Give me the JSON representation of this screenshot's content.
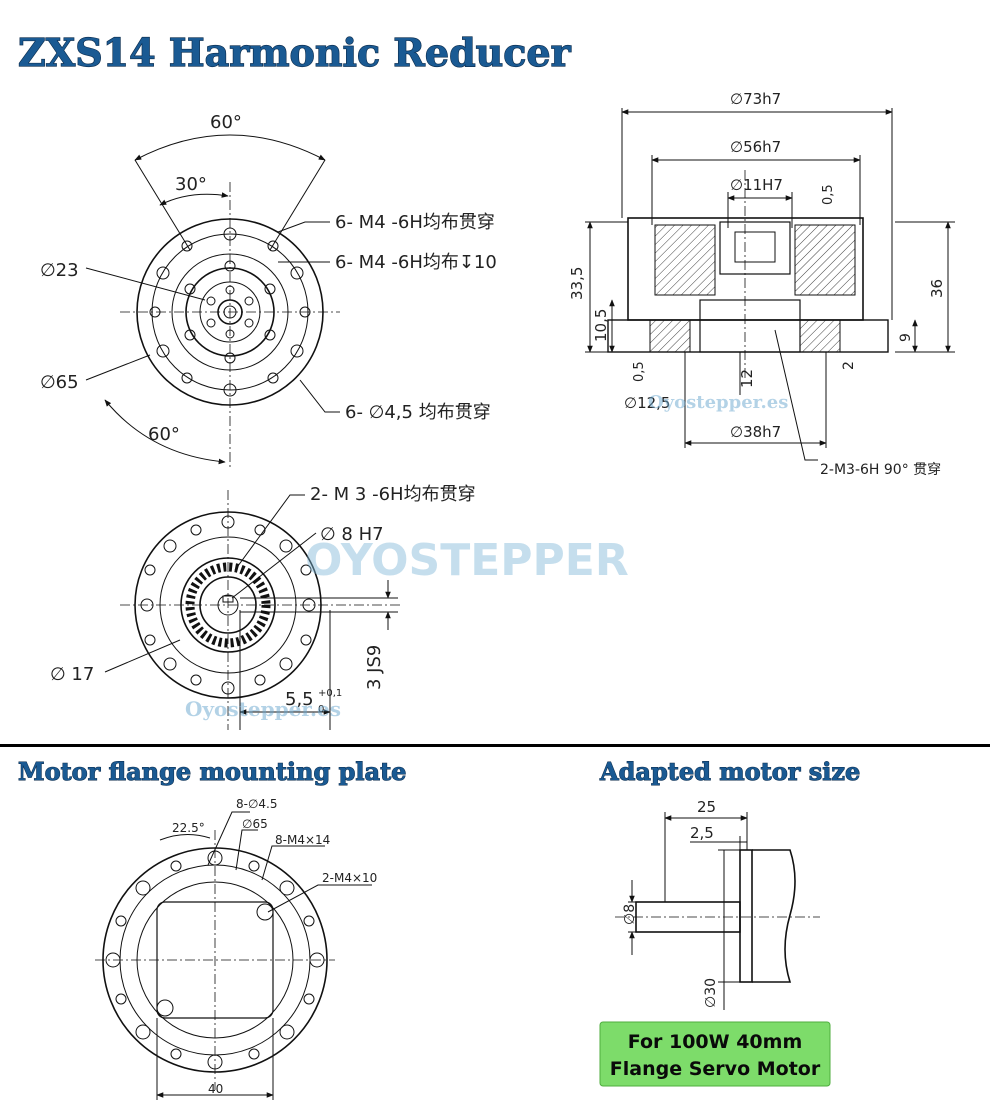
{
  "titles": {
    "main": "ZXS14 Harmonic Reducer",
    "flange": "Motor flange mounting plate",
    "motor": "Adapted motor size"
  },
  "front_view": {
    "angle_outer": "60°",
    "angle_inner": "30°",
    "angle_lower": "60°",
    "d23": "∅23",
    "d65": "∅65",
    "hole1": "6- M4 -6H均布贯穿",
    "hole2": "6- M4 -6H均布↧10",
    "hole3": "6- ∅4,5 均布贯穿"
  },
  "section_view": {
    "d73": "∅73h7",
    "d56": "∅56h7",
    "d11": "∅11H7",
    "t05_top": "0,5",
    "h335": "33,5",
    "h105": "10,5",
    "h36": "36",
    "h9": "9",
    "h2": "2",
    "t05_bot": "0,5",
    "h12": "12",
    "d125": "∅12,5",
    "d38": "∅38h7",
    "tap": "2-M3-6H 90° 贯穿"
  },
  "back_view": {
    "hole": "2- M 3 -6H均布贯穿",
    "d8": "∅ 8 H7",
    "d17": "∅ 17",
    "key": "3 JS9",
    "depth": "5,5",
    "tol_up": "+0,1",
    "tol_lo": "0"
  },
  "flange_plate": {
    "holes": "8-∅4.5",
    "d65": "∅65",
    "m4": "8-M4×14",
    "angle": "22.5°",
    "m4b": "2-M4×10",
    "width": "40"
  },
  "motor": {
    "len": "25",
    "step": "2,5",
    "shaft": "∅8",
    "pilot": "∅30",
    "badge_line1": "For 100W 40mm",
    "badge_line2": "Flange Servo Motor"
  },
  "watermarks": {
    "brand": "OYOSTEPPER",
    "url1": "Oyostepper.es",
    "url2": "Oyostepper.es"
  },
  "colors": {
    "title_fill": "#1a5a93",
    "badge_bg": "#7ddc6a",
    "divider": "#000000"
  }
}
